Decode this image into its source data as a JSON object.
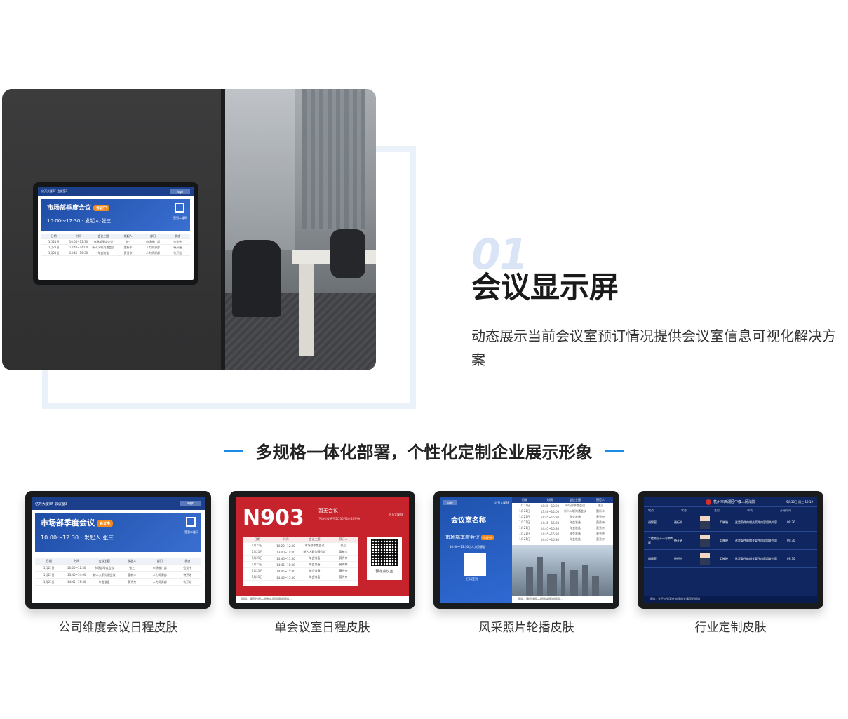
{
  "section": {
    "number": "01",
    "title": "会议显示屏",
    "description": "动态展示当前会议室预订情况提供会议室信息可视化解决方案"
  },
  "subheading": "多规格一体化部署，个性化定制企业展示形象",
  "hero_screen": {
    "location": "亿万大厦8F-会议室3",
    "logo": "logo",
    "meeting_title": "市场部季度会议",
    "status_badge": "会议中",
    "time_and_host": "10:00～12:30 · 发起人:张三",
    "qr_label": "签到二维码",
    "table_headers": [
      "日期",
      "时间",
      "会议主题",
      "发起人",
      "部门",
      "状态"
    ],
    "table_rows": [
      [
        "1月21日",
        "10:00~12:30",
        "市场部季度会议",
        "张三",
        "市场推广部",
        "会议中"
      ],
      [
        "1月21日",
        "13:40~14:00",
        "新人入职沟通会议",
        "董新丰",
        "人力资源部",
        "待开始"
      ],
      [
        "1月21日",
        "14:45~15:30",
        "年会准备",
        "黄秀奈",
        "人力资源部",
        "待开始"
      ]
    ]
  },
  "skins": [
    {
      "caption": "公司维度会议日程皮肤"
    },
    {
      "caption": "单会议室日程皮肤",
      "room": "N903",
      "status": "暂无会议",
      "next": "下场会议将于5月30日10:20开始",
      "building": "亿万大厦8F",
      "qr_label": "预定会议室",
      "table_headers": [
        "日期",
        "时间",
        "会议主题",
        "预订人"
      ],
      "table_rows": [
        [
          "1月21日",
          "10:20~12:30",
          "市场部季度会议",
          "张三"
        ],
        [
          "1月21日",
          "13:40~14:00",
          "新人入职沟通会议",
          "董新丰"
        ],
        [
          "1月21日",
          "14:45~15:30",
          "年会准备",
          "黄秀奈"
        ],
        [
          "1月21日",
          "14:45~15:30",
          "年会准备",
          "黄秀奈"
        ],
        [
          "1月21日",
          "14:45~15:30",
          "年会准备",
          "黄秀奈"
        ],
        [
          "1月21日",
          "14:45~15:30",
          "年会准备",
          "黄秀奈"
        ]
      ],
      "ticker": "通知：请您按照二期制度通知通知通知..."
    },
    {
      "caption": "风采照片轮播皮肤",
      "logo": "logo",
      "location": "亿万大厦8F",
      "room_name": "会议室名称",
      "meeting": "市场部季度会议",
      "badge": "会议中",
      "time": "10:00～12:30 | 人力资源部",
      "qr_label": "扫码签到",
      "table_headers": [
        "日期",
        "时间",
        "会议主题",
        "预订人"
      ],
      "table_rows": [
        [
          "1月21日",
          "10:20~12:30",
          "市场部季度会议",
          "张三"
        ],
        [
          "1月21日",
          "13:40~14:00",
          "新人入职沟通会议",
          "董新丰"
        ],
        [
          "1月21日",
          "14:45~15:30",
          "年会准备",
          "黄秀奈"
        ],
        [
          "1月21日",
          "14:45~15:30",
          "年会准备",
          "黄秀奈"
        ],
        [
          "1月21日",
          "14:45~15:30",
          "年会准备",
          "黄秀奈"
        ],
        [
          "1月21日",
          "14:45~15:30",
          "年会准备",
          "黄秀奈"
        ],
        [
          "1月21日",
          "14:45~15:30",
          "年会准备",
          "黄秀奈"
        ]
      ],
      "ticker": "通知：请您按照二期制度通知通知..."
    },
    {
      "caption": "行业定制皮肤",
      "court": "杭州市西湖区中级人民法院",
      "datetime": "5月30日 周三 10:12",
      "headers": [
        "地点",
        "状态",
        "法官",
        "事项",
        "开始时间"
      ],
      "rows": [
        [
          "调解室",
          "进行中",
          "尹晓晓",
          "这是案件的相关案件内容相关内容",
          "09:30"
        ],
        [
          "二楼第三十一号审判庭",
          "待开始",
          "尹晓晓",
          "这是案件的相关案件内容相关内容",
          "09:30"
        ],
        [
          "调解室",
          "进行中",
          "尹晓晓",
          "这是案件的相关案件内容相关内容",
          "09:30"
        ]
      ],
      "ticker": "通知：关于加强案件审理相关事项的通知"
    }
  ]
}
